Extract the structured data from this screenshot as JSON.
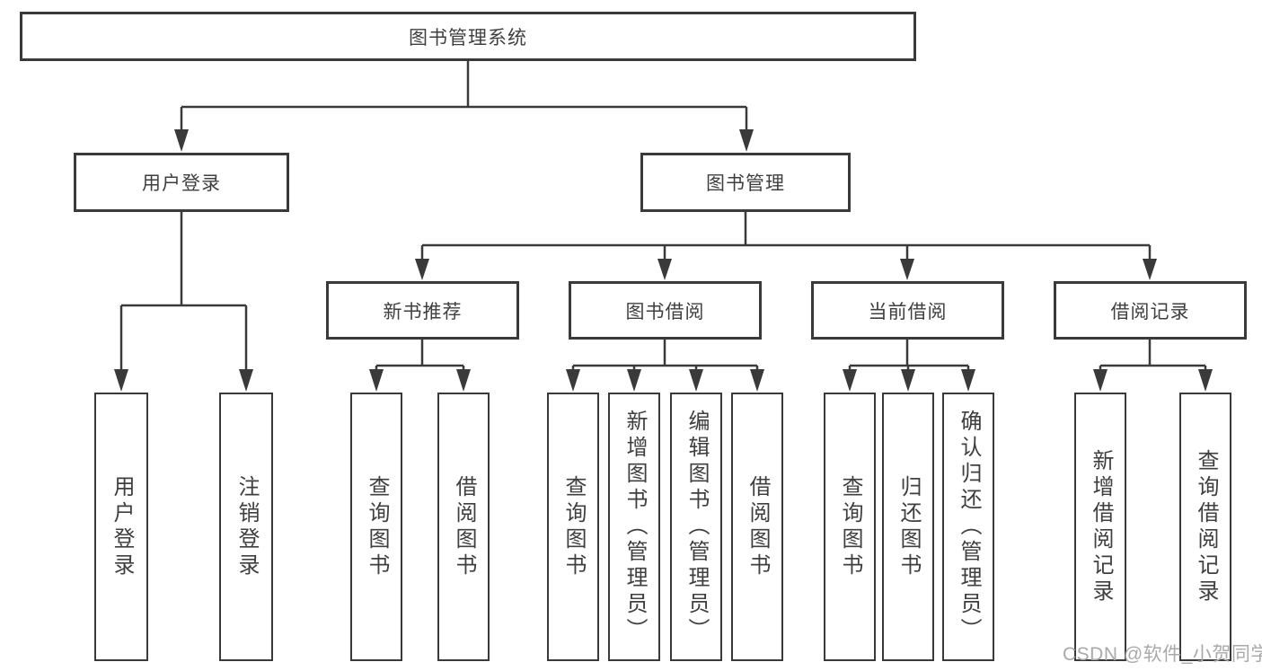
{
  "tree": {
    "label": "图书管理系统",
    "children": [
      {
        "label": "用户登录",
        "children": [
          {
            "label": "用户登录"
          },
          {
            "label": "注销登录"
          }
        ]
      },
      {
        "label": "图书管理",
        "children": [
          {
            "label": "新书推荐",
            "children": [
              {
                "label": "查询图书"
              },
              {
                "label": "借阅图书"
              }
            ]
          },
          {
            "label": "图书借阅",
            "children": [
              {
                "label": "查询图书"
              },
              {
                "label": "新增图书（管理员）"
              },
              {
                "label": "编辑图书（管理员）"
              },
              {
                "label": "借阅图书"
              }
            ]
          },
          {
            "label": "当前借阅",
            "children": [
              {
                "label": "查询图书"
              },
              {
                "label": "归还图书"
              },
              {
                "label": "确认归还（管理员）"
              }
            ]
          },
          {
            "label": "借阅记录",
            "children": [
              {
                "label": "新增借阅记录"
              },
              {
                "label": "查询借阅记录"
              }
            ]
          }
        ]
      }
    ]
  },
  "watermark": "CSDN @软件_小贺同学",
  "colors": {
    "line": "#3a3a3a",
    "box_border": "#3a3a3a",
    "text": "#3f3f3f",
    "watermark_text": "#a9a9a9",
    "background": "#ffffff"
  }
}
